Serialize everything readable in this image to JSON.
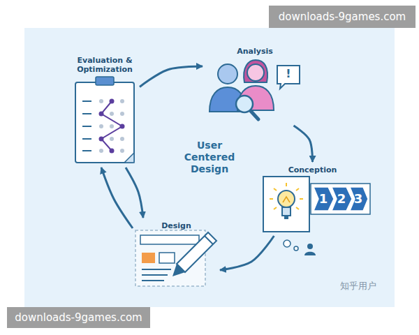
{
  "diagram": {
    "nodes": [
      {
        "text": [
          "Evaluation & Optimization"
        ]
      },
      {
        "text": [
          "Analysis"
        ]
      },
      {
        "text": [
          "Conception"
        ]
      },
      {
        "text": [
          "Design"
        ]
      }
    ],
    "edges": [
      {
        "from": 0,
        "to": 1,
        "arrow": "to"
      },
      {
        "from": 1,
        "to": 2,
        "arrow": "to"
      },
      {
        "from": 2,
        "to": 3,
        "arrow": "to"
      },
      {
        "from": 3,
        "to": 0,
        "arrow": "to"
      },
      {
        "from": 0,
        "to": 3,
        "arrow": "to"
      }
    ],
    "labels": [
      "User Centered Design",
      "!",
      "1",
      "2",
      "3",
      "downloads-9games.com",
      "downloads-9games.com",
      "知乎用户"
    ]
  }
}
